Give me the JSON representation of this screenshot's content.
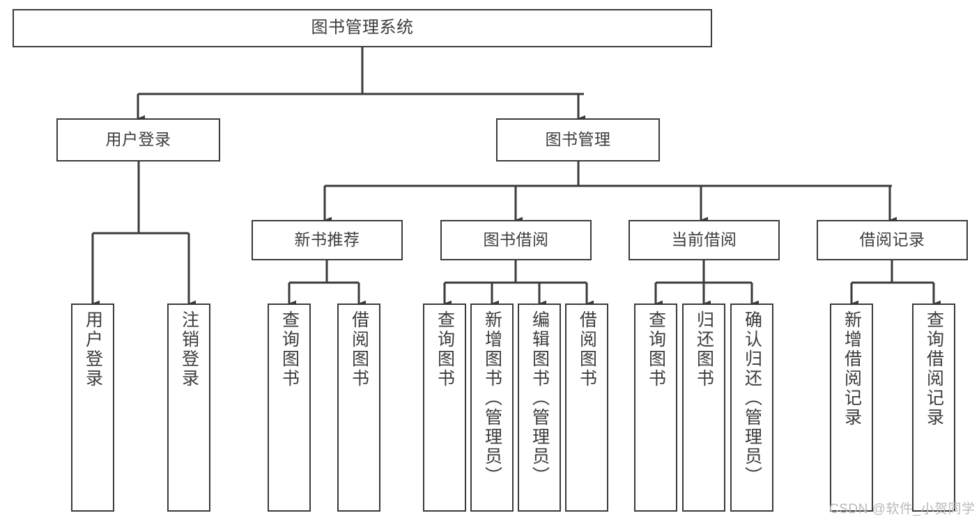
{
  "diagram": {
    "title": "图书管理系统",
    "type": "tree-hierarchy",
    "watermark": "CSDN @软件_小贺同学",
    "colors": {
      "stroke": "#3a3a3a",
      "text": "#3c3c3c",
      "background": "#ffffff",
      "watermark": "#b9b9b9"
    },
    "nodes": {
      "root": {
        "label": "图书管理系统",
        "level": 1
      },
      "level2": [
        {
          "id": "user-login",
          "label": "用户登录",
          "level": 2
        },
        {
          "id": "book-manage",
          "label": "图书管理",
          "level": 2
        }
      ],
      "level3": [
        {
          "id": "new-book-recommend",
          "label": "新书推荐",
          "level": 3,
          "parent": "book-manage"
        },
        {
          "id": "book-borrow",
          "label": "图书借阅",
          "level": 3,
          "parent": "book-manage"
        },
        {
          "id": "current-borrow",
          "label": "当前借阅",
          "level": 3,
          "parent": "book-manage"
        },
        {
          "id": "borrow-record",
          "label": "借阅记录",
          "level": 3,
          "parent": "book-manage"
        }
      ],
      "leaves": [
        {
          "id": "leaf-user-login",
          "label": "用户登录",
          "parent": "user-login"
        },
        {
          "id": "leaf-user-logout",
          "label": "注销登录",
          "parent": "user-login"
        },
        {
          "id": "leaf-query-book-1",
          "label": "查询图书",
          "parent": "new-book-recommend"
        },
        {
          "id": "leaf-borrow-book-1",
          "label": "借阅图书",
          "parent": "new-book-recommend"
        },
        {
          "id": "leaf-query-book-2",
          "label": "查询图书",
          "parent": "book-borrow"
        },
        {
          "id": "leaf-add-book",
          "label": "新增图书（管理员）",
          "parent": "book-borrow"
        },
        {
          "id": "leaf-edit-book",
          "label": "编辑图书（管理员）",
          "parent": "book-borrow"
        },
        {
          "id": "leaf-borrow-book-2",
          "label": "借阅图书",
          "parent": "book-borrow"
        },
        {
          "id": "leaf-query-book-3",
          "label": "查询图书",
          "parent": "current-borrow"
        },
        {
          "id": "leaf-return-book",
          "label": "归还图书",
          "parent": "current-borrow"
        },
        {
          "id": "leaf-confirm-return",
          "label": "确认归还（管理员）",
          "parent": "current-borrow"
        },
        {
          "id": "leaf-add-record",
          "label": "新增借阅记录",
          "parent": "borrow-record"
        },
        {
          "id": "leaf-query-record",
          "label": "查询借阅记录",
          "parent": "borrow-record"
        }
      ]
    }
  }
}
